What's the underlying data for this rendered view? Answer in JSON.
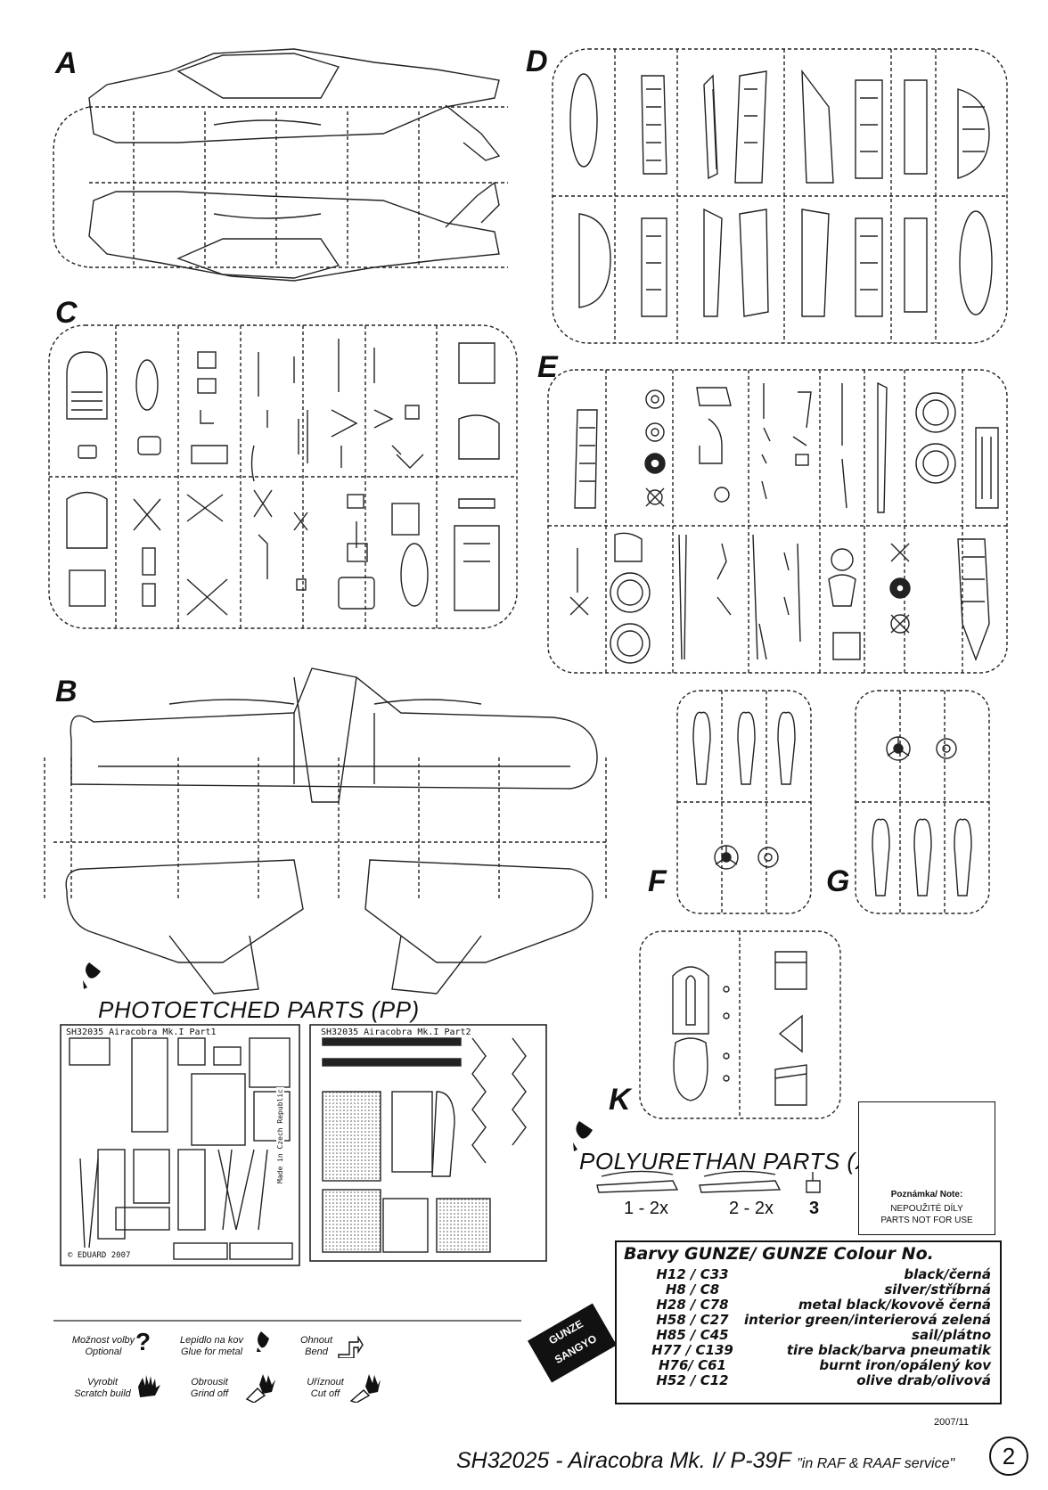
{
  "sprues": {
    "A": "A",
    "B": "B",
    "C": "C",
    "D": "D",
    "E": "E",
    "F": "F",
    "G": "G",
    "K": "K"
  },
  "photoetched": {
    "heading": "PHOTOETCHED PARTS (PP)",
    "fret1_label": "SH32035 Airacobra Mk.I Part1",
    "fret2_label": "SH32035 Airacobra Mk.I Part2",
    "copyright": "© EDUARD 2007",
    "made_in": "Made in Czech Republic"
  },
  "polyurethane": {
    "heading": "POLYURETHAN PARTS (X)",
    "items": [
      {
        "label": "1 - 2x"
      },
      {
        "label": "2 - 2x"
      },
      {
        "label": "3"
      }
    ]
  },
  "note": {
    "line1": "Poznámka/ Note:",
    "line2": "NEPOUŽITÉ DÍLY",
    "line3": "PARTS NOT FOR USE"
  },
  "colours": {
    "title": "Barvy GUNZE/ GUNZE Colour No.",
    "rows": [
      {
        "code": "H12 / C33",
        "name": "black/černá"
      },
      {
        "code": "H8 / C8",
        "name": "silver/stříbrná"
      },
      {
        "code": "H28 / C78",
        "name": "metal black/kovově černá"
      },
      {
        "code": "H58 / C27",
        "name": "interior green/interierová zelená"
      },
      {
        "code": "H85 / C45",
        "name": "sail/plátno"
      },
      {
        "code": "H77 / C139",
        "name": "tire black/barva pneumatik"
      },
      {
        "code": "H76/ C61",
        "name": "burnt iron/opálený kov"
      },
      {
        "code": "H52 / C12",
        "name": "olive drab/olivová"
      }
    ]
  },
  "brand": {
    "gunze_line1": "GUNZE",
    "gunze_line2": "SANGYO"
  },
  "legend": [
    {
      "cz": "Možnost volby",
      "en": "Optional",
      "icon": "question-icon"
    },
    {
      "cz": "Lepidlo na kov",
      "en": "Glue for metal",
      "icon": "glue-icon"
    },
    {
      "cz": "Ohnout",
      "en": "Bend",
      "icon": "bend-icon"
    },
    {
      "cz": "Vyrobit",
      "en": "Scratch build",
      "icon": "scratch-build-icon"
    },
    {
      "cz": "Obrousit",
      "en": "Grind off",
      "icon": "grind-icon"
    },
    {
      "cz": "Uříznout",
      "en": "Cut off",
      "icon": "cut-off-icon"
    }
  ],
  "footer": {
    "date": "2007/11",
    "title": "SH32025 - Airacobra Mk. I/ P-39F",
    "subtitle": "\"in RAF & RAAF service\"",
    "page": "2"
  }
}
